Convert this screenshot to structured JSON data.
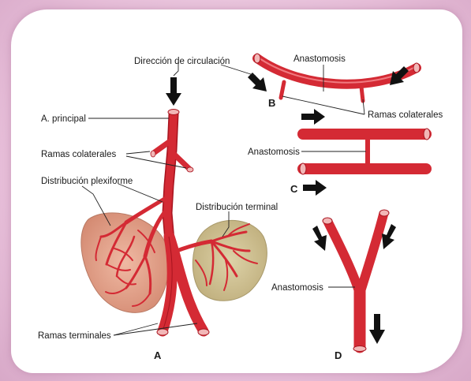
{
  "labels": {
    "direction": "Dirección de circulación",
    "principal": "A. principal",
    "collaterals": "Ramas colaterales",
    "plexiform": "Distribución plexiforme",
    "terminal_distribution": "Distribución terminal",
    "terminal_branches": "Ramas terminales",
    "anastomosis": "Anastomosis",
    "collaterals_b": "Ramas colaterales"
  },
  "panels": {
    "a": "A",
    "b": "B",
    "c": "C",
    "d": "D"
  },
  "colors": {
    "vessel": "#d42a34",
    "vessel_dark": "#a8141f",
    "organ_left": "#dc9a82",
    "organ_right": "#cdbf8f",
    "background": "#e8c4dd"
  }
}
